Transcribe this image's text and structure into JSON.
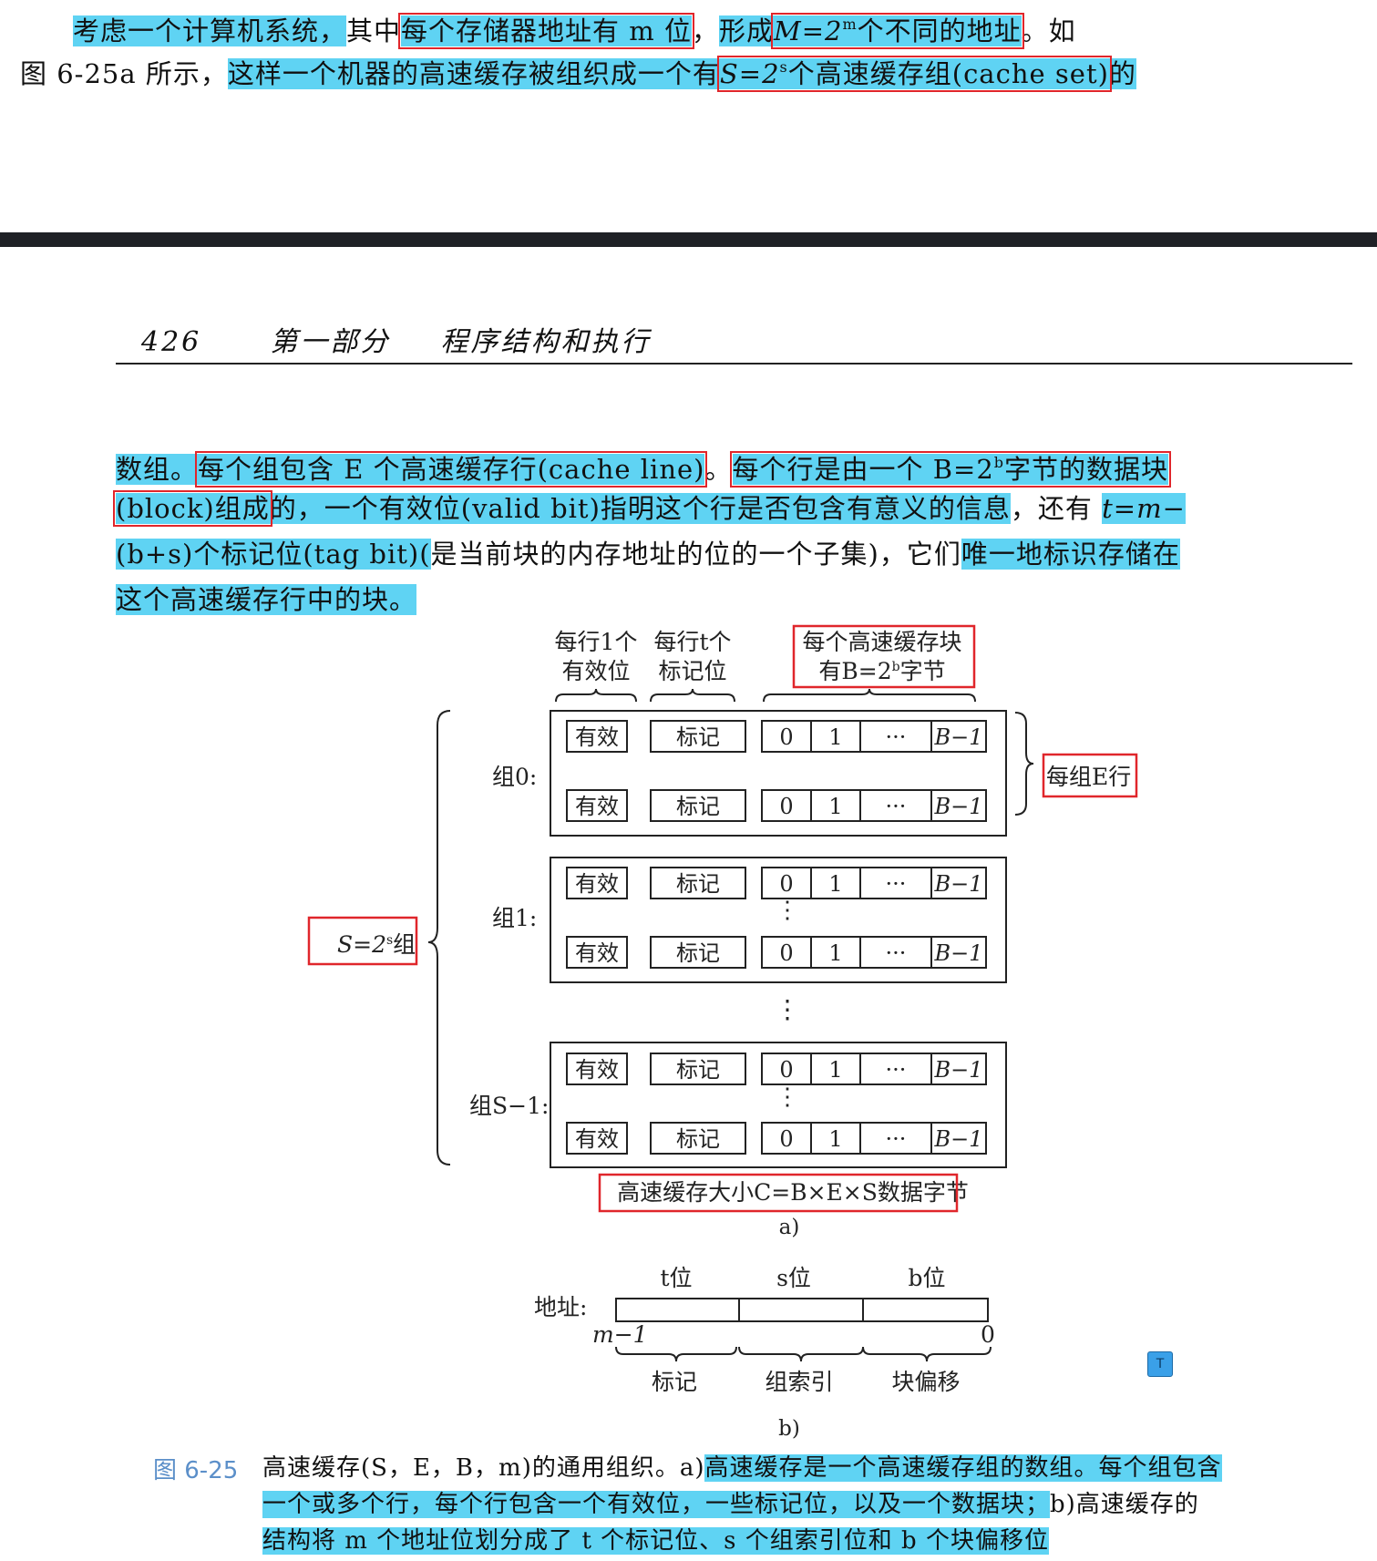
{
  "top_para": {
    "l1_a": "考虑一个计算机系统，",
    "l1_b": "其中",
    "l1_c": "每个存储器地址有 m 位",
    "l1_d": "，",
    "l1_e": "形成",
    "l1_f": "M=2",
    "l1_f_sup": "m",
    "l1_g": "个不同的地址",
    "l1_h": "。如",
    "l2_a": "图 6-25a 所示，",
    "l2_b": "这样一个机器的高速缓存被组织成一个有",
    "l2_c": "S=2",
    "l2_c_sup": "s",
    "l2_d": "个高速缓存组(cache set)",
    "l2_e": "的"
  },
  "header": {
    "page_number": "426",
    "part": "第一部分",
    "title": "程序结构和执行"
  },
  "body_para": {
    "p1_a": "数组。",
    "p1_b": "每个组包含 E 个高速缓存行(cache line)",
    "p1_c": "。",
    "p1_d": "每个行是由一个 B=2",
    "p1_d_sup": "b",
    "p1_e": "字节的数据块",
    "p2_a": "(block)组成",
    "p2_b": "的，",
    "p2_c": "一个有效位(valid bit)指明这个行是否包含有意义的信息",
    "p2_d": "，还有 ",
    "p2_e": "t=m−",
    "p3_a": "(b+s)个标记位(tag bit)(",
    "p3_b": "是当前块的内存地址的位的一个子集)，它们",
    "p3_c": "唯一地标识存储在",
    "p4_a": "这个高速缓存行中的块。"
  },
  "figure_a": {
    "col_valid": [
      "每行1个",
      "有效位"
    ],
    "col_tag": [
      "每行t个",
      "标记位"
    ],
    "col_block": [
      "每个高速缓存块",
      "有B=2"
    ],
    "col_block_sup": "b",
    "col_block_tail": "字节",
    "valid_cell": "有效",
    "tag_cell": "标记",
    "byte_cells": [
      "0",
      "1",
      "···",
      "B−1"
    ],
    "set_labels": [
      "组0:",
      "组1:",
      "组S−1:"
    ],
    "lines_per_set": "每组E行",
    "sets_label": "S=2",
    "sets_label_sup": "s",
    "sets_label_tail": "组",
    "vdots": "⋮",
    "cache_size": "高速缓存大小C=B×E×S数据字节",
    "sub_a": "a)"
  },
  "figure_b": {
    "address_label": "地址:",
    "field_heads": [
      "t位",
      "s位",
      "b位"
    ],
    "high_bit": "m−1",
    "low_bit": "0",
    "field_names": [
      "标记",
      "组索引",
      "块偏移"
    ],
    "sub_b": "b)",
    "tag_button": "T"
  },
  "caption": {
    "label": "图 6-25",
    "l1_a": "高速缓存(S，E，B，m)的通用组织。a)",
    "l1_b": "高速缓存是一个高速缓存组的数组。每个组包含",
    "l2_a": "一个或多个行，每个行包含一个有效位，一些标记位，以及一个数据块；",
    "l2_b": "b)高速缓存的",
    "l3_a": "结构将 m 个地址位划分成了 t 个标记位、s 个组索引位和 b 个块偏移位"
  }
}
